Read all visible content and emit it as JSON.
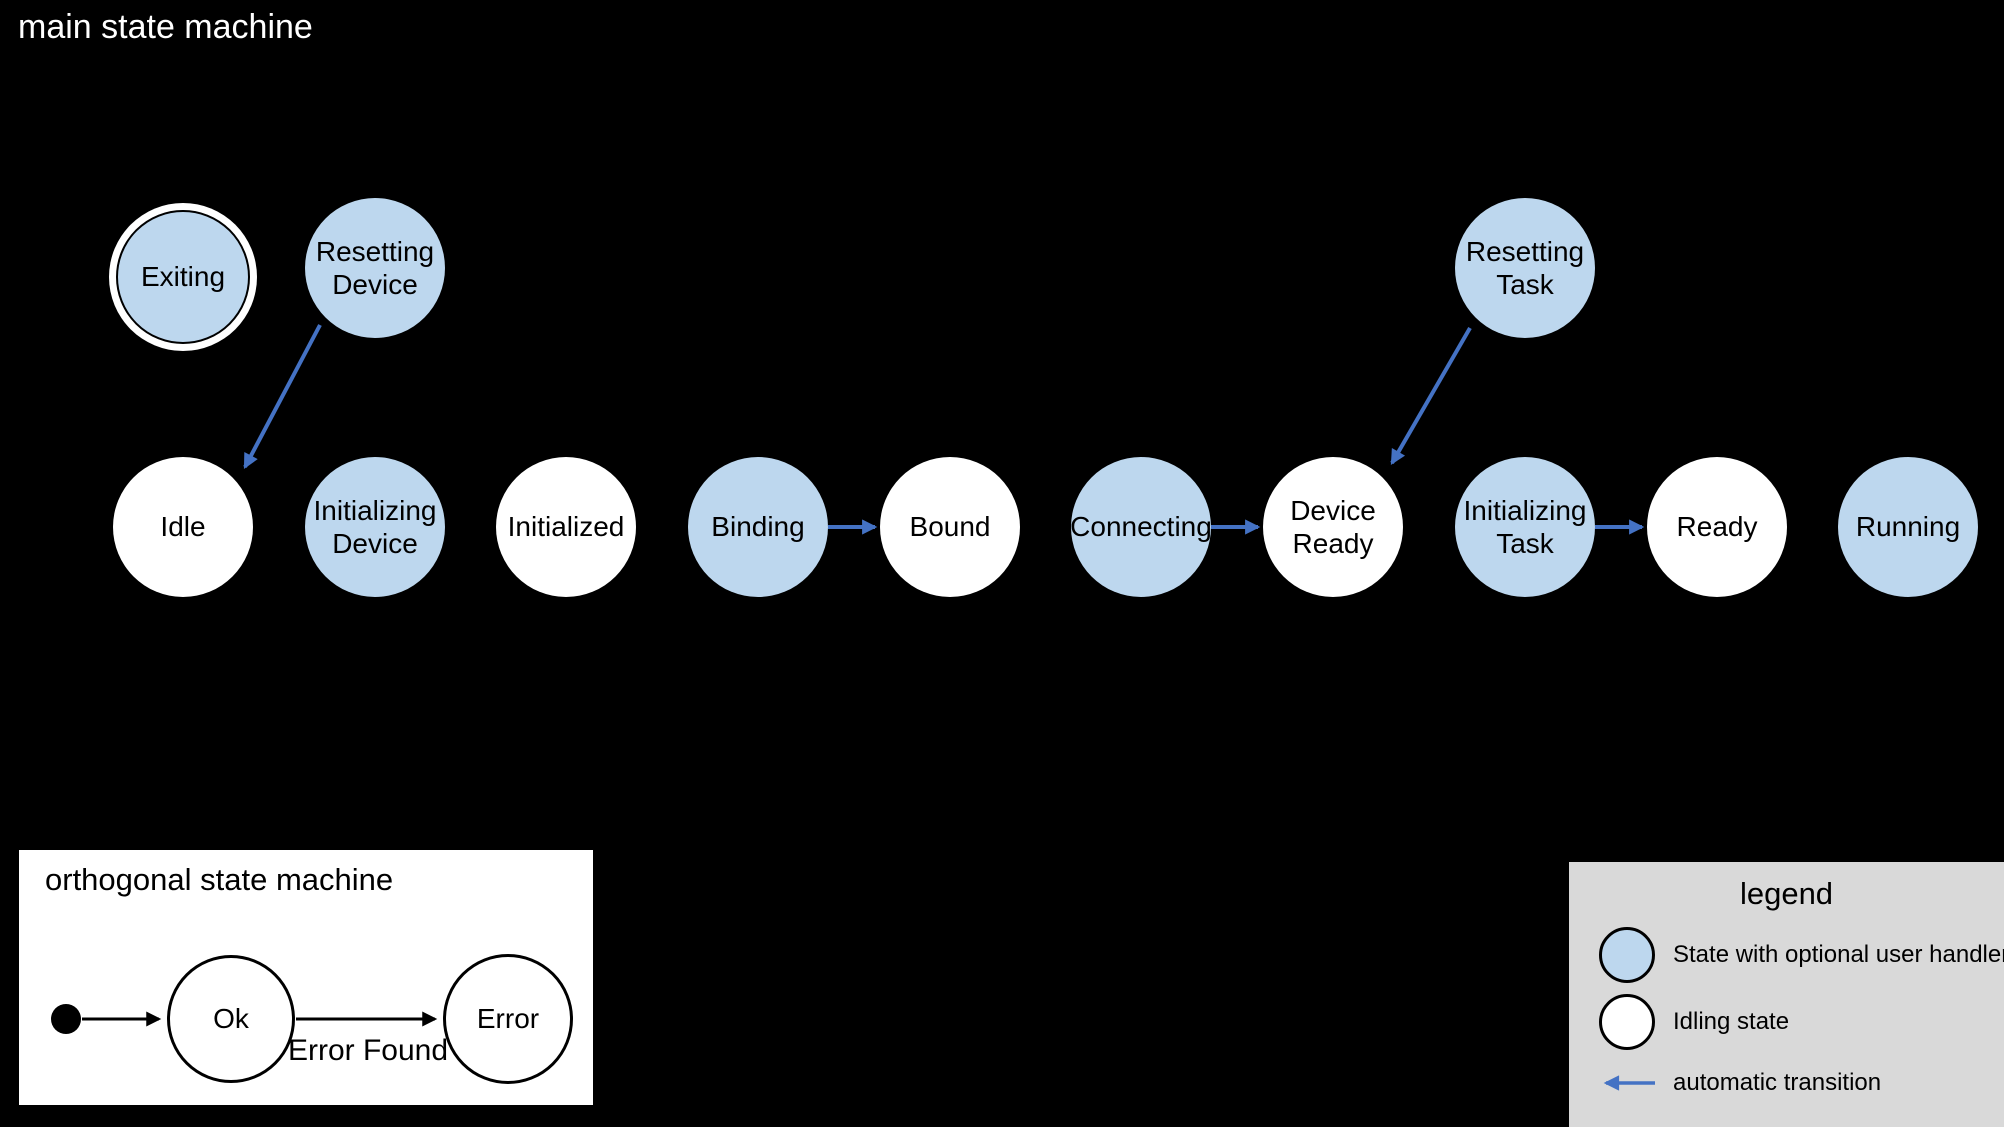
{
  "main_machine": {
    "title": "main state machine",
    "states": [
      {
        "id": "exiting",
        "label": "Exiting",
        "type": "state_with_user_handler",
        "final": true
      },
      {
        "id": "resetting-device",
        "label": "Resetting\nDevice",
        "type": "state_with_user_handler",
        "final": false
      },
      {
        "id": "resetting-task",
        "label": "Resetting\nTask",
        "type": "state_with_user_handler",
        "final": false
      },
      {
        "id": "idle",
        "label": "Idle",
        "type": "idling_state",
        "final": false
      },
      {
        "id": "initializing-device",
        "label": "Initializing\nDevice",
        "type": "state_with_user_handler",
        "final": false
      },
      {
        "id": "initialized",
        "label": "Initialized",
        "type": "idling_state",
        "final": false
      },
      {
        "id": "binding",
        "label": "Binding",
        "type": "state_with_user_handler",
        "final": false
      },
      {
        "id": "bound",
        "label": "Bound",
        "type": "idling_state",
        "final": false
      },
      {
        "id": "connecting",
        "label": "Connecting",
        "type": "state_with_user_handler",
        "final": false
      },
      {
        "id": "device-ready",
        "label": "Device\nReady",
        "type": "idling_state",
        "final": false
      },
      {
        "id": "initializing-task",
        "label": "Initializing\nTask",
        "type": "state_with_user_handler",
        "final": false
      },
      {
        "id": "ready",
        "label": "Ready",
        "type": "idling_state",
        "final": false
      },
      {
        "id": "running",
        "label": "Running",
        "type": "state_with_user_handler",
        "final": false
      }
    ],
    "transitions": [
      {
        "from": "Resetting Device",
        "to": "Idle",
        "type": "automatic"
      },
      {
        "from": "Binding",
        "to": "Bound",
        "type": "automatic"
      },
      {
        "from": "Connecting",
        "to": "Device Ready",
        "type": "automatic"
      },
      {
        "from": "Resetting Task",
        "to": "Device Ready",
        "type": "automatic"
      },
      {
        "from": "Initializing Task",
        "to": "Ready",
        "type": "automatic"
      }
    ]
  },
  "orthogonal_machine": {
    "title": "orthogonal state machine",
    "states": [
      {
        "id": "ok",
        "label": "Ok"
      },
      {
        "id": "error",
        "label": "Error"
      }
    ],
    "transitions": [
      {
        "from": "initial",
        "to": "Ok",
        "label": ""
      },
      {
        "from": "Ok",
        "to": "Error",
        "label": "Error Found"
      }
    ]
  },
  "legend": {
    "title": "legend",
    "items": [
      {
        "swatch": "handler-state-swatch",
        "label": "State with optional user handler",
        "color": "#bdd7ee"
      },
      {
        "swatch": "idling-state-swatch",
        "label": "Idling state",
        "color": "#ffffff"
      },
      {
        "swatch": "transition-arrow",
        "label": "automatic transition",
        "color": "#4472c4"
      }
    ]
  },
  "colors": {
    "background": "#000000",
    "state_with_user_handler_fill": "#bdd7ee",
    "idling_state_fill": "#ffffff",
    "automatic_transition_arrow": "#4472c4",
    "legend_background": "#d9d9d9",
    "title_text": "#ffffff",
    "label_text": "#000000"
  }
}
